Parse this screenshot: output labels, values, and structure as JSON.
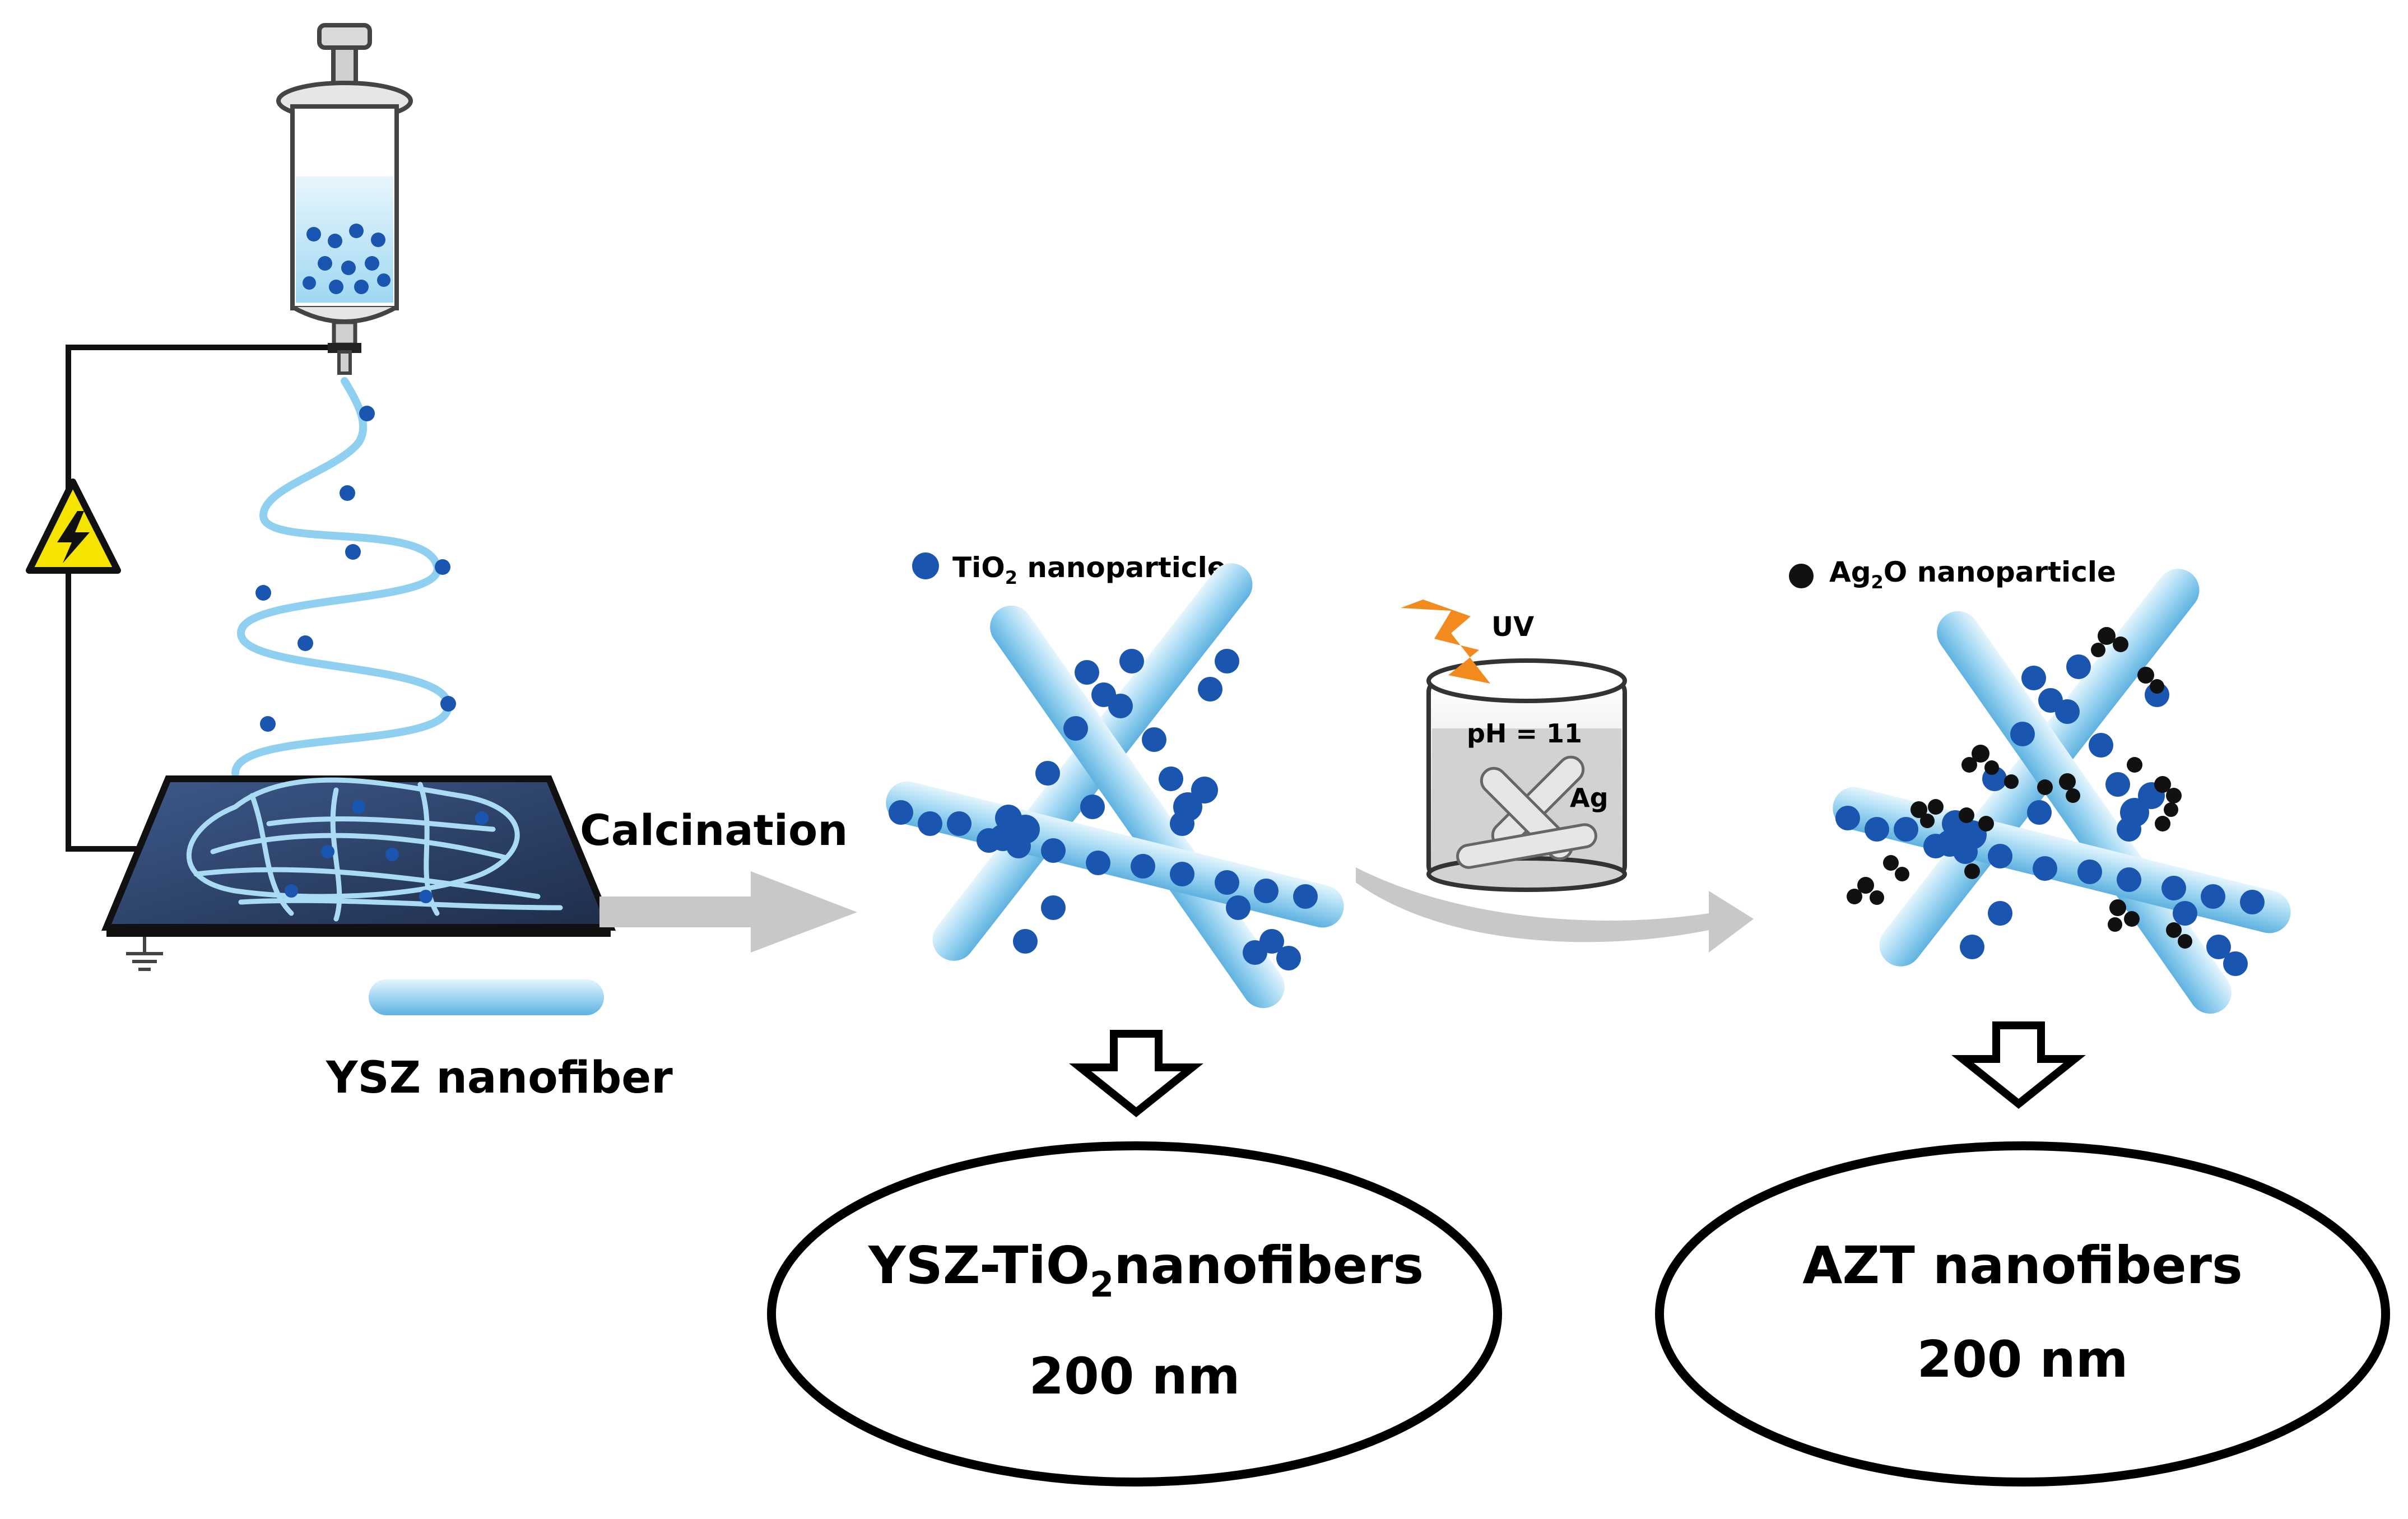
{
  "labels": {
    "calcination": "Calcination",
    "ysz_nanofiber": "YSZ nanofiber",
    "uv": "UV",
    "ph": "pH = 11",
    "ag": "Ag"
  },
  "legend_tio2": {
    "prefix": "TiO",
    "sub": "2",
    "suffix": " nanoparticle"
  },
  "legend_ag2o": {
    "prefix": "Ag",
    "sub": "2",
    "suffix": "O nanoparticle"
  },
  "product1": {
    "prefix": "YSZ-TiO",
    "sub": "2",
    "suffix": "nanofibers",
    "size": "200 nm"
  },
  "product2": {
    "name": "AZT nanofibers",
    "size": "200 nm"
  },
  "colors": {
    "fiber_light": "#bfe6f7",
    "fiber_mid": "#7cc4ea",
    "tio2_particle": "#1a56b0",
    "ag2o_particle": "#111111",
    "arrow_gray": "#c8c8c8",
    "collector": "#1f2d4a",
    "bolt": "#f28a1e",
    "warning": "#f5e300"
  },
  "icons": [
    "syringe-icon",
    "high-voltage-warning-icon",
    "ground-icon",
    "uv-bolt-icon",
    "beaker-icon"
  ]
}
